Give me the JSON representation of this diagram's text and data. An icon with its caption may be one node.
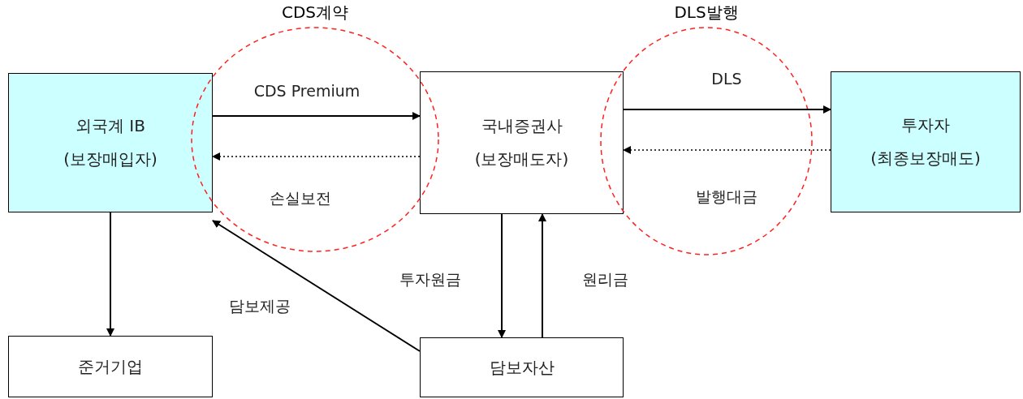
{
  "diagram": {
    "nodes": [
      {
        "text": [
          "CDS계약"
        ]
      },
      {
        "text": [
          "DLS발행"
        ]
      },
      {
        "text": [
          "외국계 IB",
          "(보장매입자)"
        ]
      },
      {
        "text": [
          "국내증권사",
          "(보장매도자)"
        ]
      },
      {
        "text": [
          "투자자",
          "(최종보장매도)"
        ]
      },
      {
        "text": [
          "준거기업"
        ]
      },
      {
        "text": [
          "담보자산"
        ]
      }
    ],
    "edges": [
      {
        "from": 2,
        "to": 3,
        "arrow": "to",
        "label": "CDS Premium"
      },
      {
        "from": 3,
        "to": 2,
        "arrow": "to",
        "label": "손실보전",
        "style": "dashed"
      },
      {
        "from": 3,
        "to": 4,
        "arrow": "to",
        "label": "DLS"
      },
      {
        "from": 4,
        "to": 3,
        "arrow": "to",
        "label": "발행대금",
        "style": "dashed"
      },
      {
        "from": 2,
        "to": 5,
        "arrow": "to"
      },
      {
        "from": 3,
        "to": 6,
        "arrow": "to",
        "label": "투자원금"
      },
      {
        "from": 6,
        "to": 3,
        "arrow": "to",
        "label": "원리금"
      },
      {
        "from": 6,
        "to": 2,
        "arrow": "to",
        "label": "담보제공"
      }
    ]
  }
}
